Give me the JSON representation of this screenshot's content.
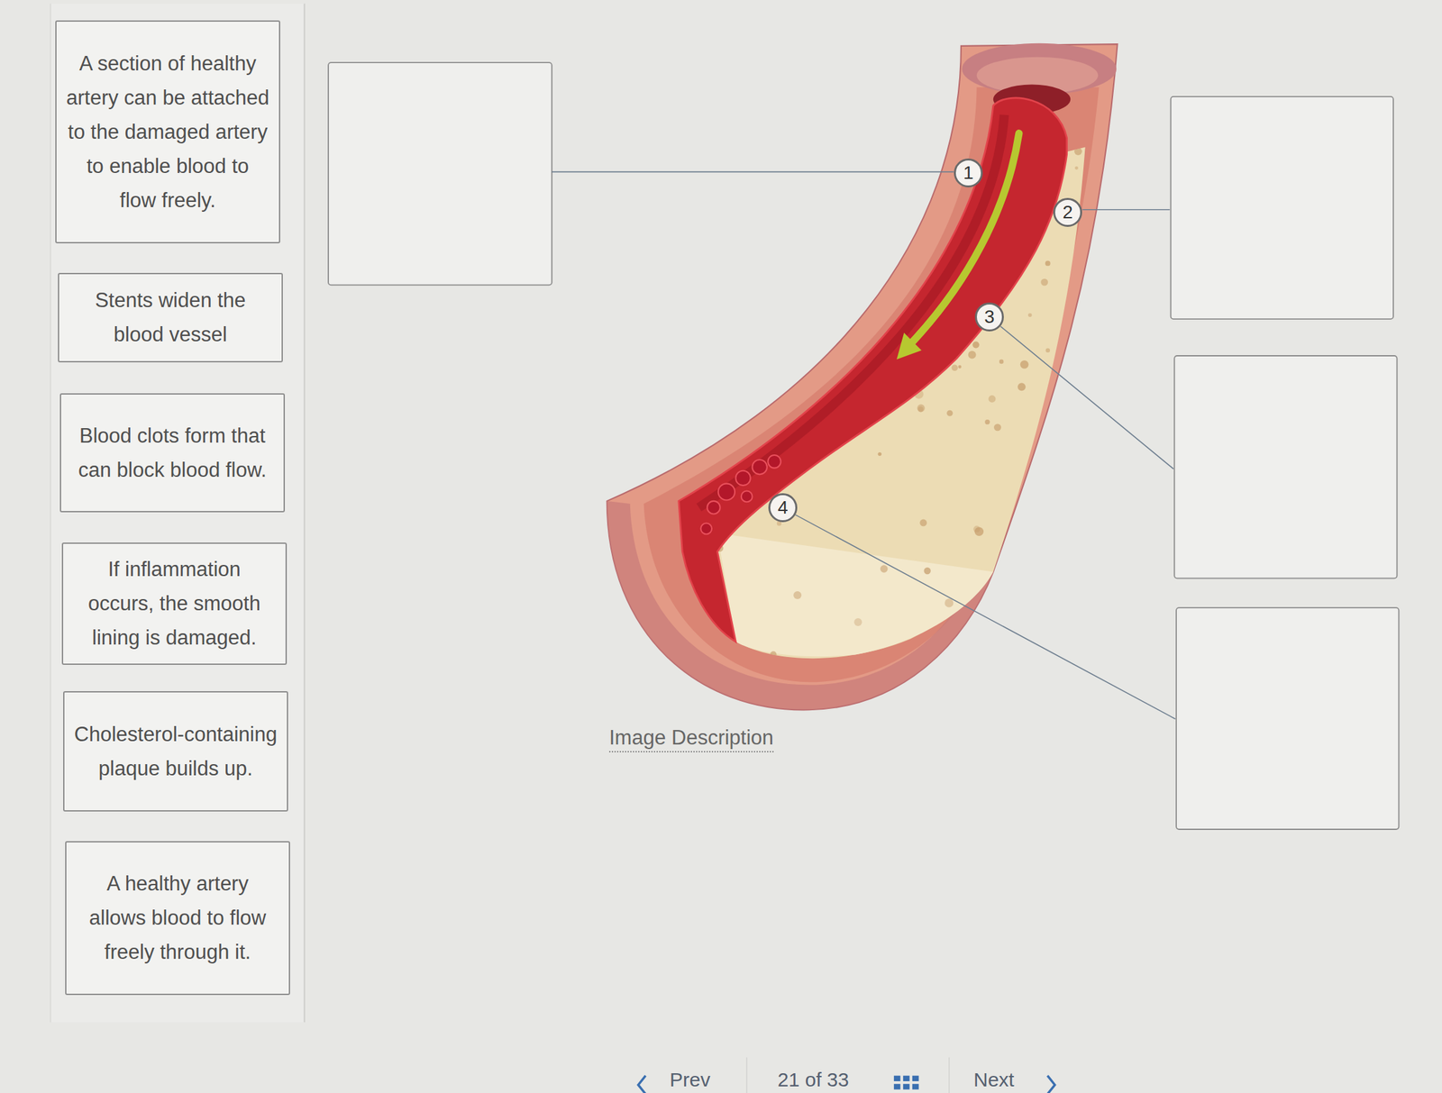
{
  "diagram": {
    "nodes": [
      {
        "text": [
          "A section of healthy artery can be attached to the damaged artery to enable blood to flow freely."
        ]
      },
      {
        "text": [
          "Stents widen the blood vessel"
        ]
      },
      {
        "text": [
          "Blood clots form that can block blood flow."
        ]
      },
      {
        "text": [
          "If inflammation occurs, the smooth lining is damaged."
        ]
      },
      {
        "text": [
          "Cholesterol-containing plaque builds up."
        ]
      },
      {
        "text": [
          "A healthy artery allows blood to flow freely through it."
        ]
      }
    ],
    "labels": [
      "1",
      "2",
      "3",
      "4",
      "Image Description",
      "Prev",
      "21 of 33",
      "Next"
    ]
  }
}
